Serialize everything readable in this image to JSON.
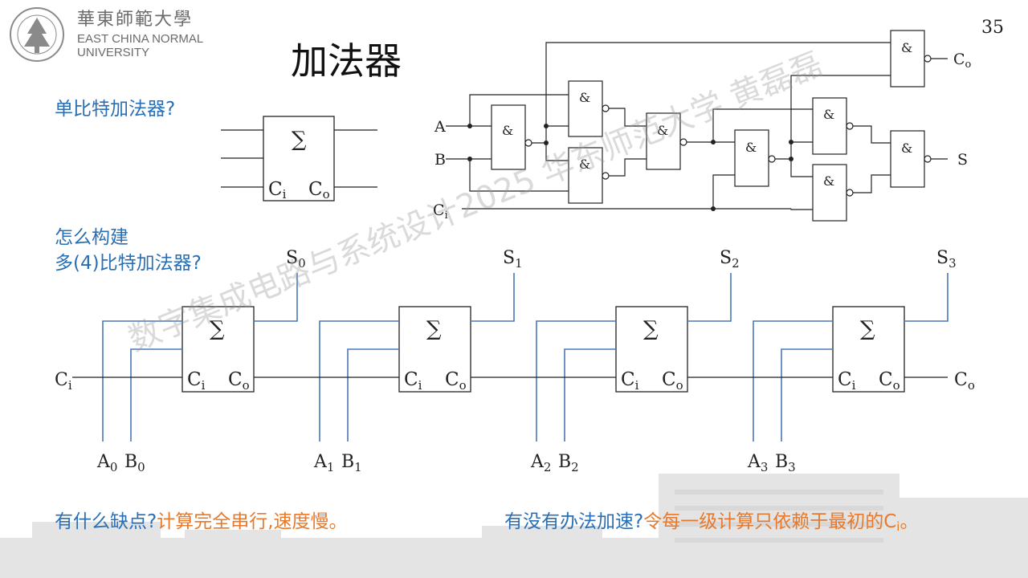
{
  "page_number": "35",
  "logo": {
    "cn": "華東師範大學",
    "en_line1": "EAST CHINA NORMAL",
    "en_line2": "UNIVERSITY"
  },
  "title": "加法器",
  "q_single": "单比特加法器?",
  "q_multi_line1": "怎么构建",
  "q_multi_line2": "多(4)比特加法器?",
  "drawback_q": "有什么缺点?",
  "drawback_a": "计算完全串行,速度慢。",
  "speedup_q": "有没有办法加速?",
  "speedup_a": "令每一级计算只依赖于最初的C",
  "speedup_a_sub": "i",
  "speedup_a_end": "。",
  "watermark": "数字集成电路与系统设计2025 华东师范大学 黄磊磊",
  "single_block": {
    "sigma": "∑",
    "ci": "C",
    "ci_sub": "i",
    "co": "C",
    "co_sub": "o"
  },
  "gate_circuit": {
    "and_label": "&",
    "in_a": "A",
    "in_b": "B",
    "in_c": "C",
    "in_c_sub": "i",
    "out_co": "C",
    "out_co_sub": "o",
    "out_s": "S"
  },
  "ripple": {
    "sums": [
      {
        "main": "S",
        "sub": "0"
      },
      {
        "main": "S",
        "sub": "1"
      },
      {
        "main": "S",
        "sub": "2"
      },
      {
        "main": "S",
        "sub": "3"
      }
    ],
    "a_inputs": [
      {
        "main": "A",
        "sub": "0"
      },
      {
        "main": "A",
        "sub": "1"
      },
      {
        "main": "A",
        "sub": "2"
      },
      {
        "main": "A",
        "sub": "3"
      }
    ],
    "b_inputs": [
      {
        "main": "B",
        "sub": "0"
      },
      {
        "main": "B",
        "sub": "1"
      },
      {
        "main": "B",
        "sub": "2"
      },
      {
        "main": "B",
        "sub": "3"
      }
    ],
    "ci_main": "C",
    "ci_sub": "i",
    "co_main": "C",
    "co_sub": "o",
    "sigma": "∑",
    "block_ci": "C",
    "block_ci_sub": "i",
    "block_co": "C",
    "block_co_sub": "o"
  },
  "colors": {
    "blue": "#2a6fb3",
    "orange": "#e6792b",
    "wire_blue": "#4a78b8"
  }
}
